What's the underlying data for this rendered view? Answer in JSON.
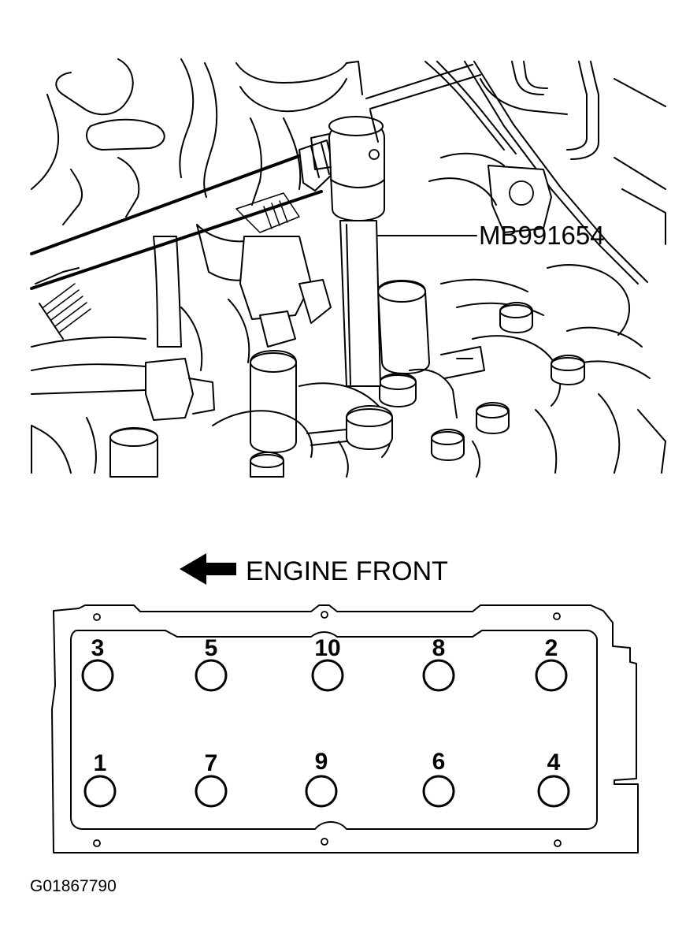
{
  "illustration": {
    "tool_label": "MB991654"
  },
  "direction": {
    "label": "ENGINE FRONT",
    "icon": "arrow-left-icon"
  },
  "tightening_sequence": {
    "top_row": [
      "3",
      "5",
      "10",
      "8",
      "2"
    ],
    "bottom_row": [
      "1",
      "7",
      "9",
      "6",
      "4"
    ]
  },
  "figure_id": "G01867790"
}
